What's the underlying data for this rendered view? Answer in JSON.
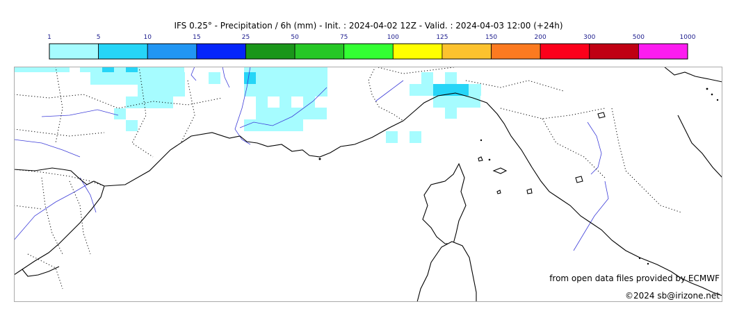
{
  "title": "IFS 0.25° - Precipitation / 6h (mm) - Init. : 2024-04-02 12Z - Valid. : 2024-04-03 12:00 (+24h)",
  "legend": {
    "ticks": [
      "1",
      "5",
      "10",
      "15",
      "25",
      "50",
      "75",
      "100",
      "125",
      "150",
      "200",
      "300",
      "500",
      "1000"
    ],
    "colors": [
      "#a6fcff",
      "#26d5f7",
      "#2196f3",
      "#0525fa",
      "#1a961a",
      "#26c726",
      "#33ff33",
      "#ffff00",
      "#fcc22e",
      "#fc7a20",
      "#fc001b",
      "#c00013",
      "#fc1cf0"
    ]
  },
  "map": {
    "region": "Gulf of Lion, Ligurian Sea, Corsica and northwestern Italy",
    "colors": {
      "land_border": "#000000",
      "river": "#3d3dd9",
      "frame": "#aaaaaa"
    }
  },
  "credits": {
    "source": "from open data files provided by ECMWF",
    "copyright": "©2024 sb@irizone.net"
  }
}
